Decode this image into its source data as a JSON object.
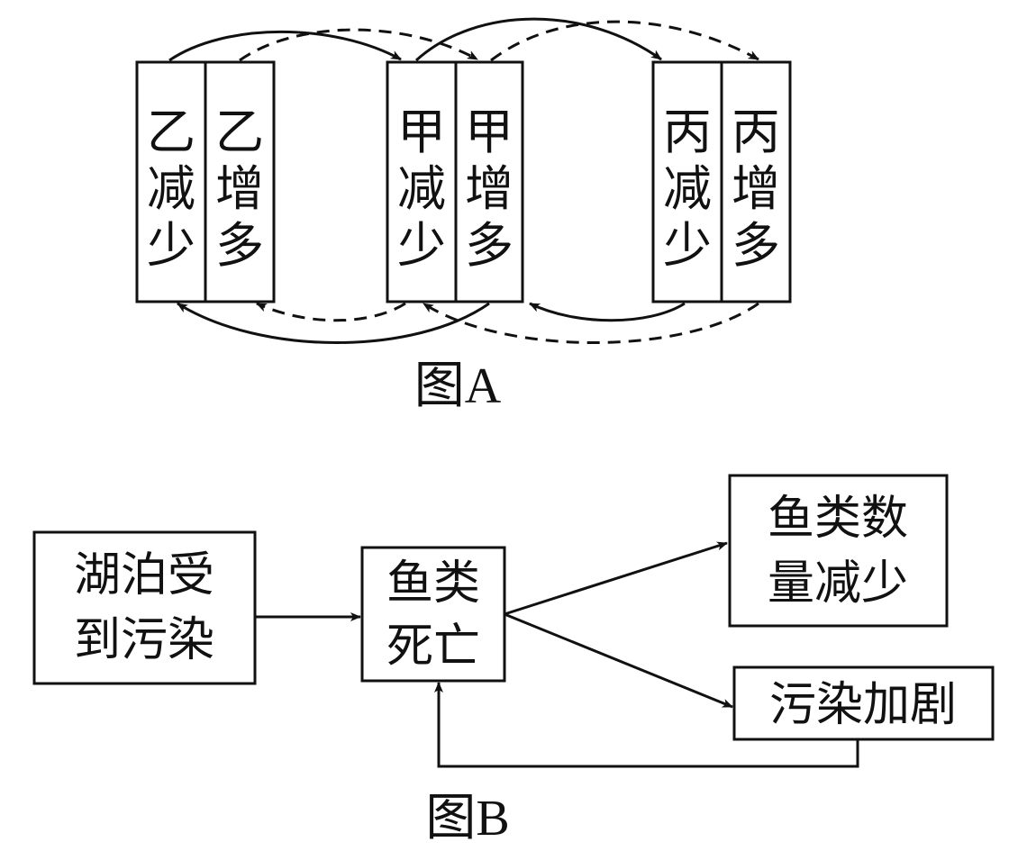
{
  "figure_a": {
    "caption": "图A",
    "columns": [
      {
        "id": "yi-decrease",
        "label": [
          "乙",
          "减",
          "少"
        ]
      },
      {
        "id": "yi-increase",
        "label": [
          "乙",
          "增",
          "多"
        ]
      },
      {
        "id": "jia-decrease",
        "label": [
          "甲",
          "减",
          "少"
        ]
      },
      {
        "id": "jia-increase",
        "label": [
          "甲",
          "增",
          "多"
        ]
      },
      {
        "id": "bing-decrease",
        "label": [
          "丙",
          "减",
          "少"
        ]
      },
      {
        "id": "bing-increase",
        "label": [
          "丙",
          "增",
          "多"
        ]
      }
    ],
    "relations": [
      {
        "from": "yi-decrease",
        "to": "jia-decrease",
        "style": "solid"
      },
      {
        "from": "yi-increase",
        "to": "jia-increase",
        "style": "dashed"
      },
      {
        "from": "jia-decrease",
        "to": "bing-decrease",
        "style": "solid"
      },
      {
        "from": "jia-increase",
        "to": "bing-increase",
        "style": "dashed"
      },
      {
        "from": "jia-increase",
        "to": "yi-decrease",
        "style": "solid"
      },
      {
        "from": "jia-decrease",
        "to": "yi-increase",
        "style": "dashed"
      },
      {
        "from": "bing-decrease",
        "to": "jia-increase",
        "style": "solid"
      },
      {
        "from": "bing-increase",
        "to": "jia-decrease",
        "style": "dashed"
      }
    ]
  },
  "figure_b": {
    "caption": "图B",
    "nodes": {
      "lake_polluted": [
        "湖泊受",
        "到污染"
      ],
      "fish_death": [
        "鱼类",
        "死亡"
      ],
      "fish_decrease": [
        "鱼类数",
        "量减少"
      ],
      "pollution_worse": [
        "污染加剧"
      ]
    },
    "edges": [
      {
        "from": "lake_polluted",
        "to": "fish_death"
      },
      {
        "from": "fish_death",
        "to": "fish_decrease"
      },
      {
        "from": "fish_death",
        "to": "pollution_worse"
      },
      {
        "from": "pollution_worse",
        "to": "fish_death"
      }
    ]
  }
}
